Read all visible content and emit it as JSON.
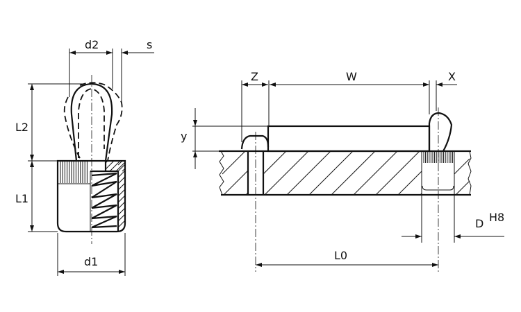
{
  "labels": {
    "d2": "d2",
    "s": "s",
    "L2": "L2",
    "L1": "L1",
    "d1": "d1",
    "Z": "Z",
    "W": "W",
    "X": "X",
    "y": "y",
    "D": "D",
    "H8": "H8",
    "L0": "L0"
  }
}
